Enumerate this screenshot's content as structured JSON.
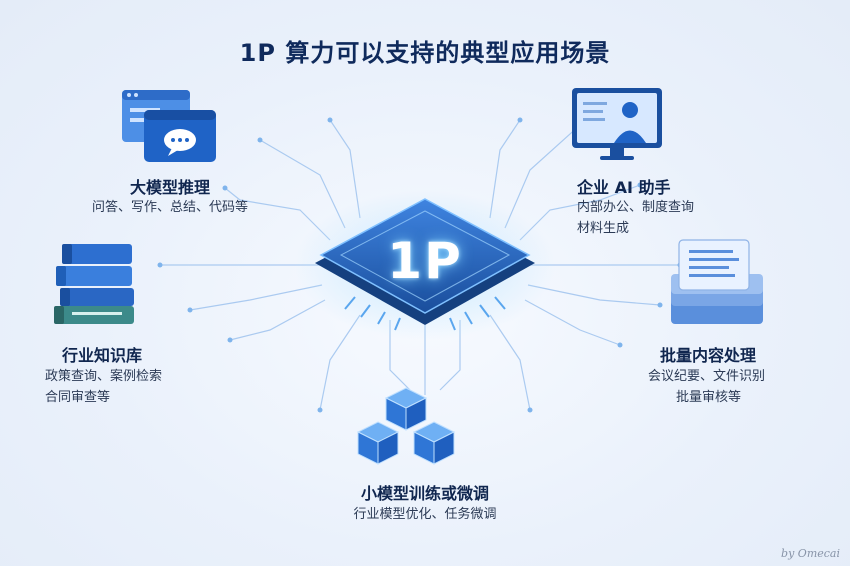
{
  "title": "1P 算力可以支持的典型应用场景",
  "chip": {
    "label": "1P"
  },
  "scenarios": [
    {
      "title": "大模型推理",
      "desc": [
        "问答、写作、总结、代码等"
      ]
    },
    {
      "title": "企业 AI 助手",
      "desc": [
        "内部办公、制度查询",
        "材料生成"
      ]
    },
    {
      "title": "行业知识库",
      "desc": [
        "政策查询、案例检索",
        "合同审查等"
      ]
    },
    {
      "title": "批量内容处理",
      "desc": [
        "会议纪要、文件识别",
        "批量审核等"
      ]
    },
    {
      "title": "小模型训练或微调",
      "desc": [
        "行业模型优化、任务微调"
      ]
    }
  ],
  "watermark": "by Omecai",
  "colors": {
    "primary": "#1f6fd6",
    "dark": "#0f2a5c",
    "chip": "#1d4f9e"
  }
}
